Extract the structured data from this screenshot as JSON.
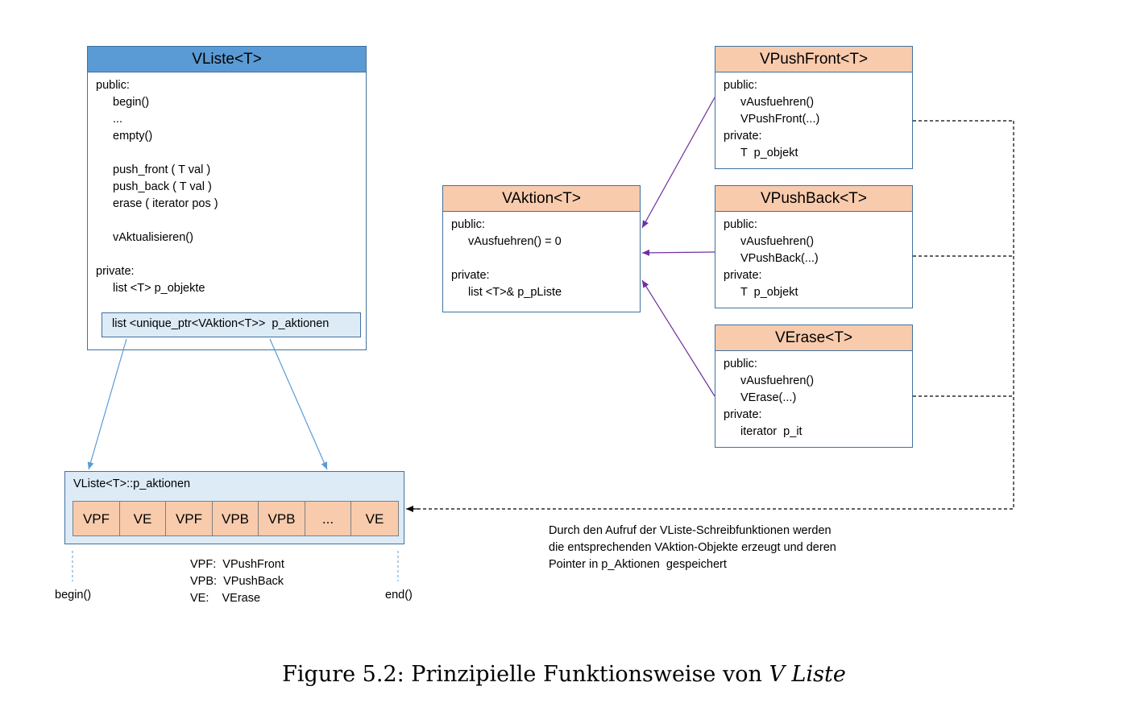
{
  "vliste": {
    "title": "VListe<T>",
    "lines": [
      "public:",
      "begin()",
      "...",
      "empty()",
      "push_front ( T val )",
      "push_back ( T val )",
      "erase ( iterator pos )",
      "vAktualisieren()",
      "private:",
      "list <T> p_objekte"
    ],
    "inner": "list <unique_ptr<VAktion<T>>  p_aktionen"
  },
  "vaktion": {
    "title": "VAktion<T>",
    "lines": [
      "public:",
      "vAusfuehren() = 0",
      "private:",
      "list <T>& p_pListe"
    ]
  },
  "vpushfront": {
    "title": "VPushFront<T>",
    "lines": [
      "public:",
      "vAusfuehren()",
      "VPushFront(...)",
      "private:",
      "T  p_objekt"
    ]
  },
  "vpushback": {
    "title": "VPushBack<T>",
    "lines": [
      "public:",
      "vAusfuehren()",
      "VPushBack(...)",
      "private:",
      "T  p_objekt"
    ]
  },
  "verase": {
    "title": "VErase<T>",
    "lines": [
      "public:",
      "vAusfuehren()",
      "VErase(...)",
      "private:",
      "iterator  p_it"
    ]
  },
  "array": {
    "label": "VListe<T>::p_aktionen",
    "cells": [
      "VPF",
      "VE",
      "VPF",
      "VPB",
      "VPB",
      "...",
      "VE"
    ]
  },
  "markers": {
    "begin": "begin()",
    "end": "end()"
  },
  "legend": [
    "VPF:  VPushFront",
    "VPB:  VPushBack",
    "VE:    VErase"
  ],
  "note": [
    "Durch den Aufruf der VListe-Schreibfunktionen werden",
    "die entsprechenden VAktion-Objekte erzeugt und deren",
    "Pointer in p_Aktionen  gespeichert"
  ],
  "caption": {
    "prefix": "Figure 5.2: Prinzipielle Funktionsweise von ",
    "name": "V Liste"
  },
  "colors": {
    "blue_header": "#5b9bd5",
    "orange_header": "#f8cbad",
    "light_blue": "#ddebf7",
    "border": "#41719c",
    "inherit_arrow": "#7030a0"
  }
}
